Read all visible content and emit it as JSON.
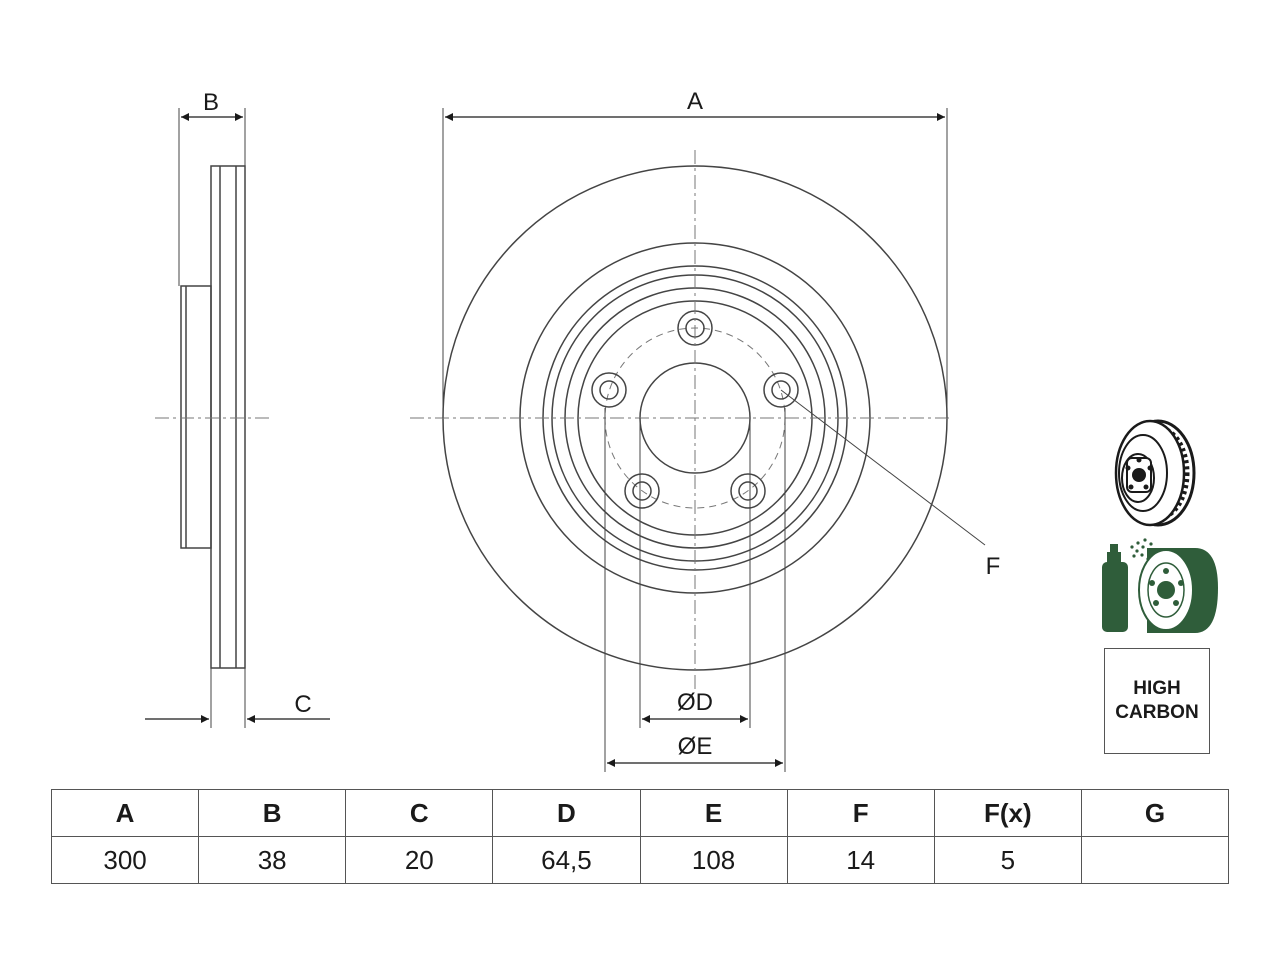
{
  "dimension_labels": {
    "a": "A",
    "b": "B",
    "c": "C",
    "d": "ØD",
    "e": "ØE",
    "f": "F"
  },
  "badge": {
    "line1": "HIGH",
    "line2": "CARBON",
    "accent_color": "#2f5d3a"
  },
  "icons": [
    "ventilated-disc-icon",
    "coated-disc-spray-icon"
  ],
  "table": {
    "headers": [
      "A",
      "B",
      "C",
      "D",
      "E",
      "F",
      "F(x)",
      "G"
    ],
    "values": [
      "300",
      "38",
      "20",
      "64,5",
      "108",
      "14",
      "5",
      ""
    ]
  }
}
